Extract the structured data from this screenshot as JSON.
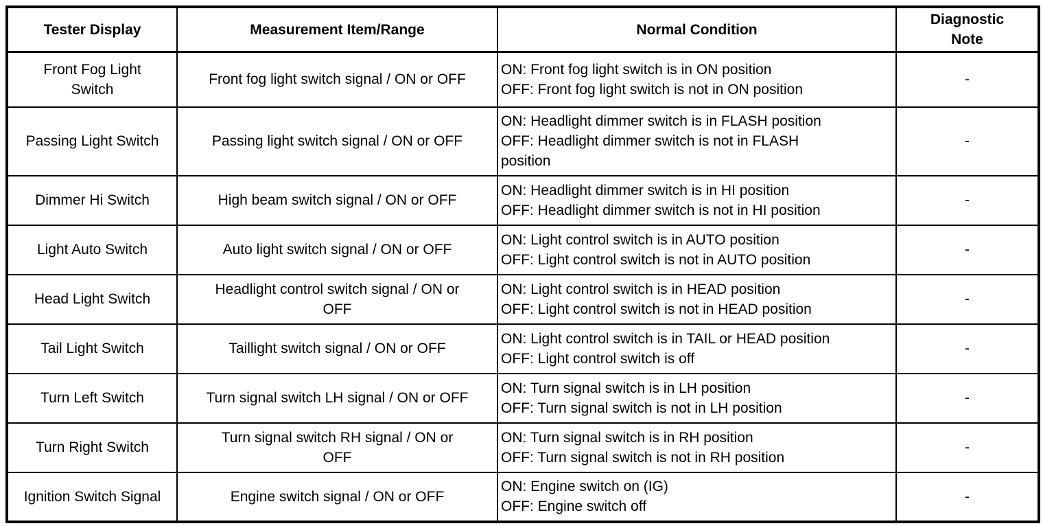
{
  "table": {
    "headers": {
      "tester": "Tester Display",
      "measurement": "Measurement Item/Range",
      "condition": "Normal Condition",
      "note": "Diagnostic\nNote"
    },
    "rows": [
      {
        "tester": "Front Fog Light\nSwitch",
        "measurement": "Front fog light switch signal / ON or OFF",
        "condition": "ON: Front fog light switch is in ON position\nOFF: Front fog light switch is not in ON position",
        "note": "-"
      },
      {
        "tester": "Passing Light Switch",
        "measurement": "Passing light switch signal / ON or OFF",
        "condition": "ON: Headlight dimmer switch is in FLASH position\nOFF: Headlight dimmer switch is not in FLASH\nposition",
        "note": "-"
      },
      {
        "tester": "Dimmer Hi Switch",
        "measurement": "High beam switch signal / ON or OFF",
        "condition": "ON: Headlight dimmer switch is in HI position\nOFF: Headlight dimmer switch is not in HI position",
        "note": "-"
      },
      {
        "tester": "Light Auto Switch",
        "measurement": "Auto light switch signal / ON or OFF",
        "condition": "ON: Light control switch is in AUTO position\nOFF: Light control switch is not in AUTO position",
        "note": "-"
      },
      {
        "tester": "Head Light Switch",
        "measurement": "Headlight control switch signal / ON or\nOFF",
        "condition": "ON: Light control switch is in HEAD position\nOFF: Light control switch is not in HEAD position",
        "note": "-"
      },
      {
        "tester": "Tail Light Switch",
        "measurement": "Taillight switch signal / ON or OFF",
        "condition": "ON: Light control switch is in TAIL or HEAD position\nOFF: Light control switch is off",
        "note": "-"
      },
      {
        "tester": "Turn Left Switch",
        "measurement": "Turn signal switch LH signal / ON or OFF",
        "condition": "ON: Turn signal switch is in LH position\nOFF: Turn signal switch is not in LH position",
        "note": "-"
      },
      {
        "tester": "Turn Right Switch",
        "measurement": "Turn signal switch RH signal / ON or\nOFF",
        "condition": "ON: Turn signal switch is in RH position\nOFF: Turn signal switch is not in RH position",
        "note": "-"
      },
      {
        "tester": "Ignition Switch Signal",
        "measurement": "Engine switch signal / ON or OFF",
        "condition": "ON: Engine switch on (IG)\nOFF: Engine switch off",
        "note": "-"
      }
    ]
  }
}
